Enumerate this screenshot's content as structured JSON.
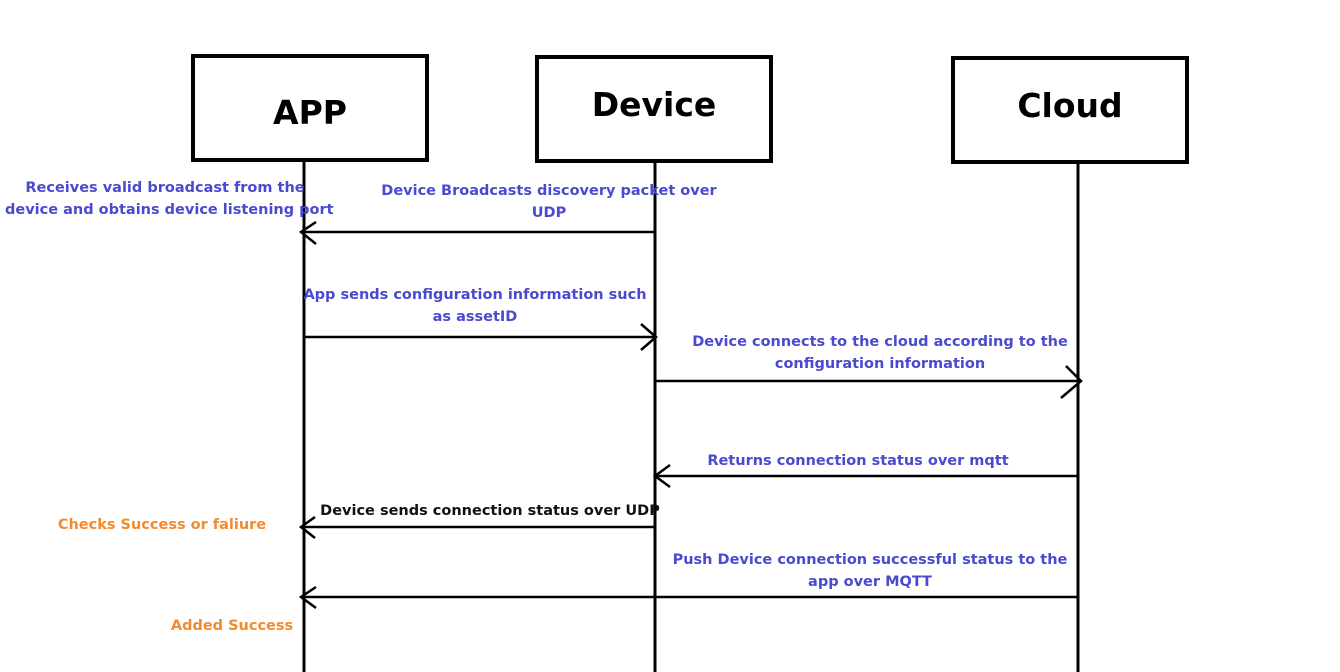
{
  "actors": {
    "app": "APP",
    "device": "Device",
    "cloud": "Cloud"
  },
  "messages": [
    {
      "from": "device",
      "to": "app",
      "text_line1": "Device Broadcasts discovery packet over",
      "text_line2": "UDP",
      "color": "#4a4ad0"
    },
    {
      "from": "app",
      "to": "device",
      "text_line1": "App sends configuration information such",
      "text_line2": "as assetID",
      "color": "#4a4ad0"
    },
    {
      "from": "device",
      "to": "cloud",
      "text_line1": "Device connects to the cloud according to the",
      "text_line2": "configuration information",
      "color": "#4a4ad0"
    },
    {
      "from": "cloud",
      "to": "device",
      "text_line1": "Returns connection status over mqtt",
      "color": "#4a4ad0"
    },
    {
      "from": "device",
      "to": "app",
      "text_line1": "Device sends connection status over UDP",
      "color": "#111111"
    },
    {
      "from": "cloud",
      "to": "app",
      "text_line1": "Push Device connection successful status to the",
      "text_line2": "app over MQTT",
      "color": "#4a4ad0"
    }
  ],
  "notes": {
    "receives_line1": "Receives valid broadcast from the",
    "receives_line2": "device and obtains device listening port",
    "checks": "Checks Success or faliure",
    "added": "Added Success"
  },
  "colors": {
    "message_text": "#4a4ad0",
    "note_text": "#f28a30",
    "lines": "#000000"
  }
}
